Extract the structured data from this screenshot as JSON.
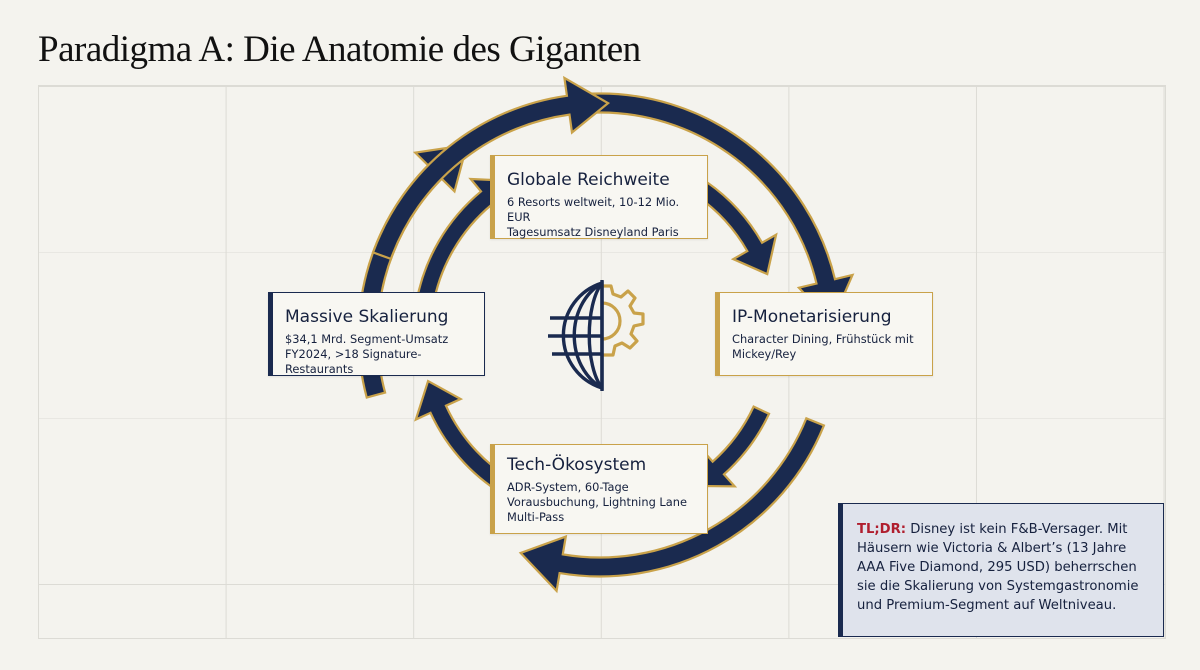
{
  "title": "Paradigma A: Die Anatomie des Giganten",
  "colors": {
    "navy": "#1a2a4f",
    "gold": "#c9a24a",
    "background": "#f4f3ee",
    "tldr_label": "#b01e2e",
    "tldr_bg": "#dfe3ec"
  },
  "center_icon": "globe-gear-icon",
  "nodes": {
    "top": {
      "title": "Globale Reichweite",
      "desc_lines": [
        "6 Resorts weltweit, 10-12 Mio. EUR",
        "Tagesumsatz Disneyland Paris"
      ]
    },
    "right": {
      "title": "IP-Monetarisierung",
      "desc_lines": [
        "Character Dining, Frühstück mit",
        "Mickey/Rey"
      ]
    },
    "bottom": {
      "title": "Tech-Ökosystem",
      "desc_lines": [
        "ADR-System, 60-Tage",
        "Vorausbuchung, Lightning Lane",
        "Multi-Pass"
      ]
    },
    "left": {
      "title": "Massive Skalierung",
      "desc_lines": [
        "$34,1 Mrd. Segment-Umsatz",
        "FY2024, >18 Signature-Restaurants"
      ]
    }
  },
  "tldr": {
    "label": "TL;DR:",
    "text": " Disney ist kein F&B-Versager. Mit Häusern wie Victoria & Albert’s (13 Jahre AAA Five Diamond, 295 USD) beherrschen sie die Skalierung von Systemgastronomie und Premium-Segment auf Weltniveau."
  }
}
